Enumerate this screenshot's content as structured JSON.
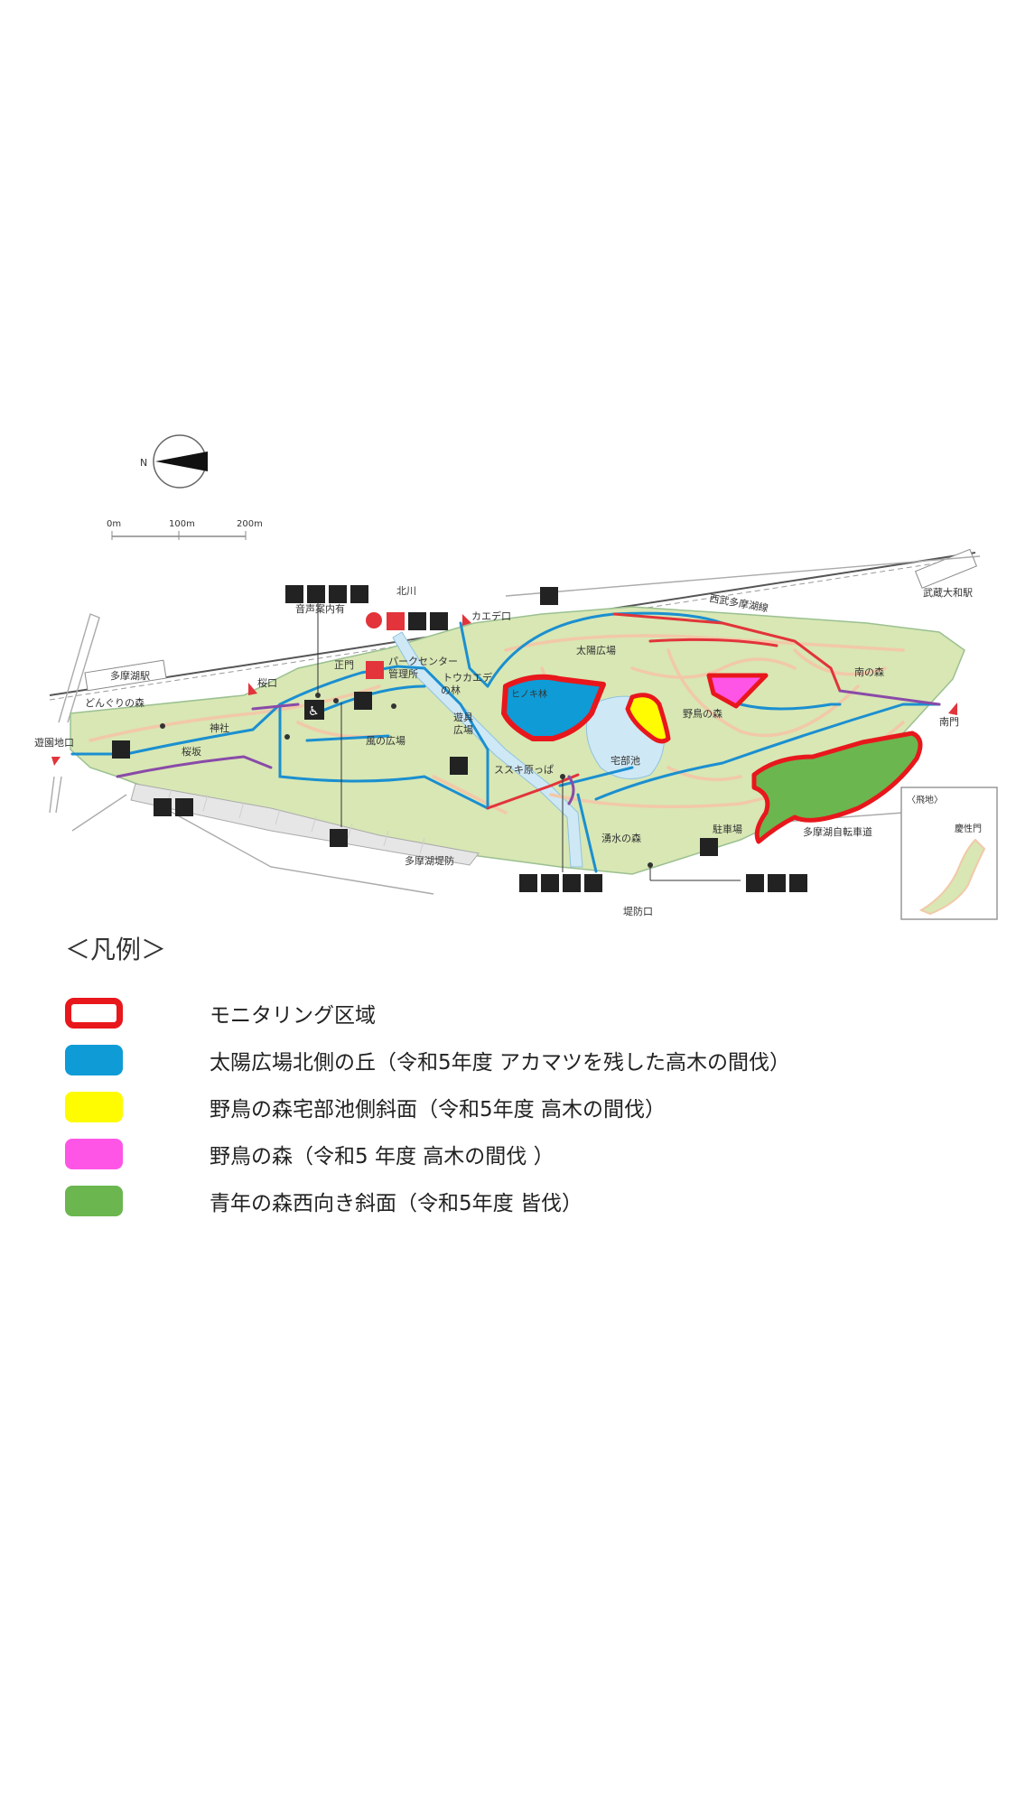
{
  "map": {
    "compass_label": "N",
    "scale": [
      "0m",
      "100m",
      "200m"
    ],
    "labels": {
      "kitagawa": "北川",
      "onsei": "音声案内有",
      "tamakoeki": "多摩湖駅",
      "donguri": "どんぐりの森",
      "sakuraguchi": "桜口",
      "shoumon": "正門",
      "parkcenter": "パークセンター",
      "kanrisho": "管理所",
      "kaedeguchi": "カエデ口",
      "toukaede": "トウカエデ",
      "toukaede2": "の林",
      "seibu": "西武多摩湖線",
      "musashiyamato": "武蔵大和駅",
      "taiyo": "太陽広場",
      "minaminomori": "南の森",
      "hinoki": "ヒノキ林",
      "yacho": "野鳥の森",
      "minamimon": "南門",
      "yuenchi": "遊園地口",
      "jinja": "神社",
      "sakurazaka": "桜坂",
      "kaze": "風の広場",
      "yugu": "遊具",
      "yugu2": "広場",
      "susuki": "ススキ原っぱ",
      "takubeike": "宅部池",
      "yusui": "湧水の森",
      "chushajo": "駐車場",
      "jitensha": "多摩湖自転車道",
      "teibou": "多摩湖堤防",
      "teibouguchi": "堤防口",
      "tobichi": "〈飛地〉",
      "keiseimon": "慶性門"
    }
  },
  "legend": {
    "title": "＜凡例＞",
    "items": [
      {
        "label": "モニタリング区域",
        "color": "#e8171c",
        "style": "outline"
      },
      {
        "label": "太陽広場北側の丘（令和5年度 アカマツを残した高木の間伐）",
        "color": "#0e9bd6",
        "style": "fill"
      },
      {
        "label": "野鳥の森宅部池側斜面（令和5年度 高木の間伐）",
        "color": "#fffb00",
        "style": "fill"
      },
      {
        "label": "野鳥の森（令和5 年度 高木の間伐 ）",
        "color": "#ff55e6",
        "style": "fill"
      },
      {
        "label": "青年の森西向き斜面（令和5年度 皆伐）",
        "color": "#6bb64f",
        "style": "fill"
      }
    ]
  }
}
